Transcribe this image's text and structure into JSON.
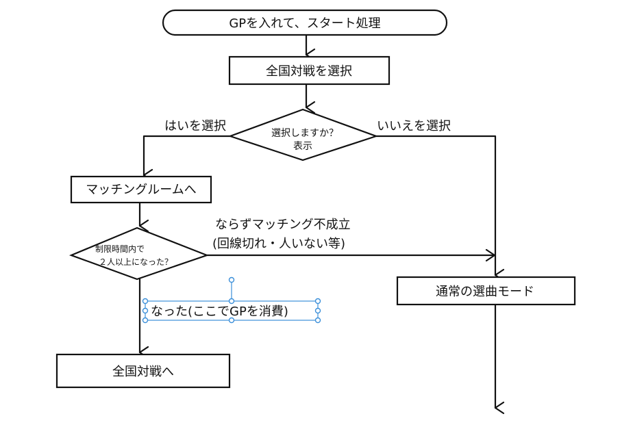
{
  "nodes": {
    "start": "GPを入れて、スタート処理",
    "select_national": "全国対戦を選択",
    "decision_confirm_line1": "選択しますか？",
    "decision_confirm_line2": "表示",
    "matching_room": "マッチングルームへ",
    "decision_players_line1": "制限時間内で",
    "decision_players_line2": "２人以上になった？",
    "normal_mode": "通常の選曲モード",
    "to_national": "全国対戦へ"
  },
  "edge_labels": {
    "yes_select": "はいを選択",
    "no_select": "いいえを選択",
    "not_matched_line1": "ならずマッチング不成立",
    "not_matched_line2": "(回線切れ・人いない等)",
    "became": "なった(ここでGPを消費)"
  },
  "colors": {
    "stroke": "#111111",
    "selection": "#3b8fd9"
  }
}
